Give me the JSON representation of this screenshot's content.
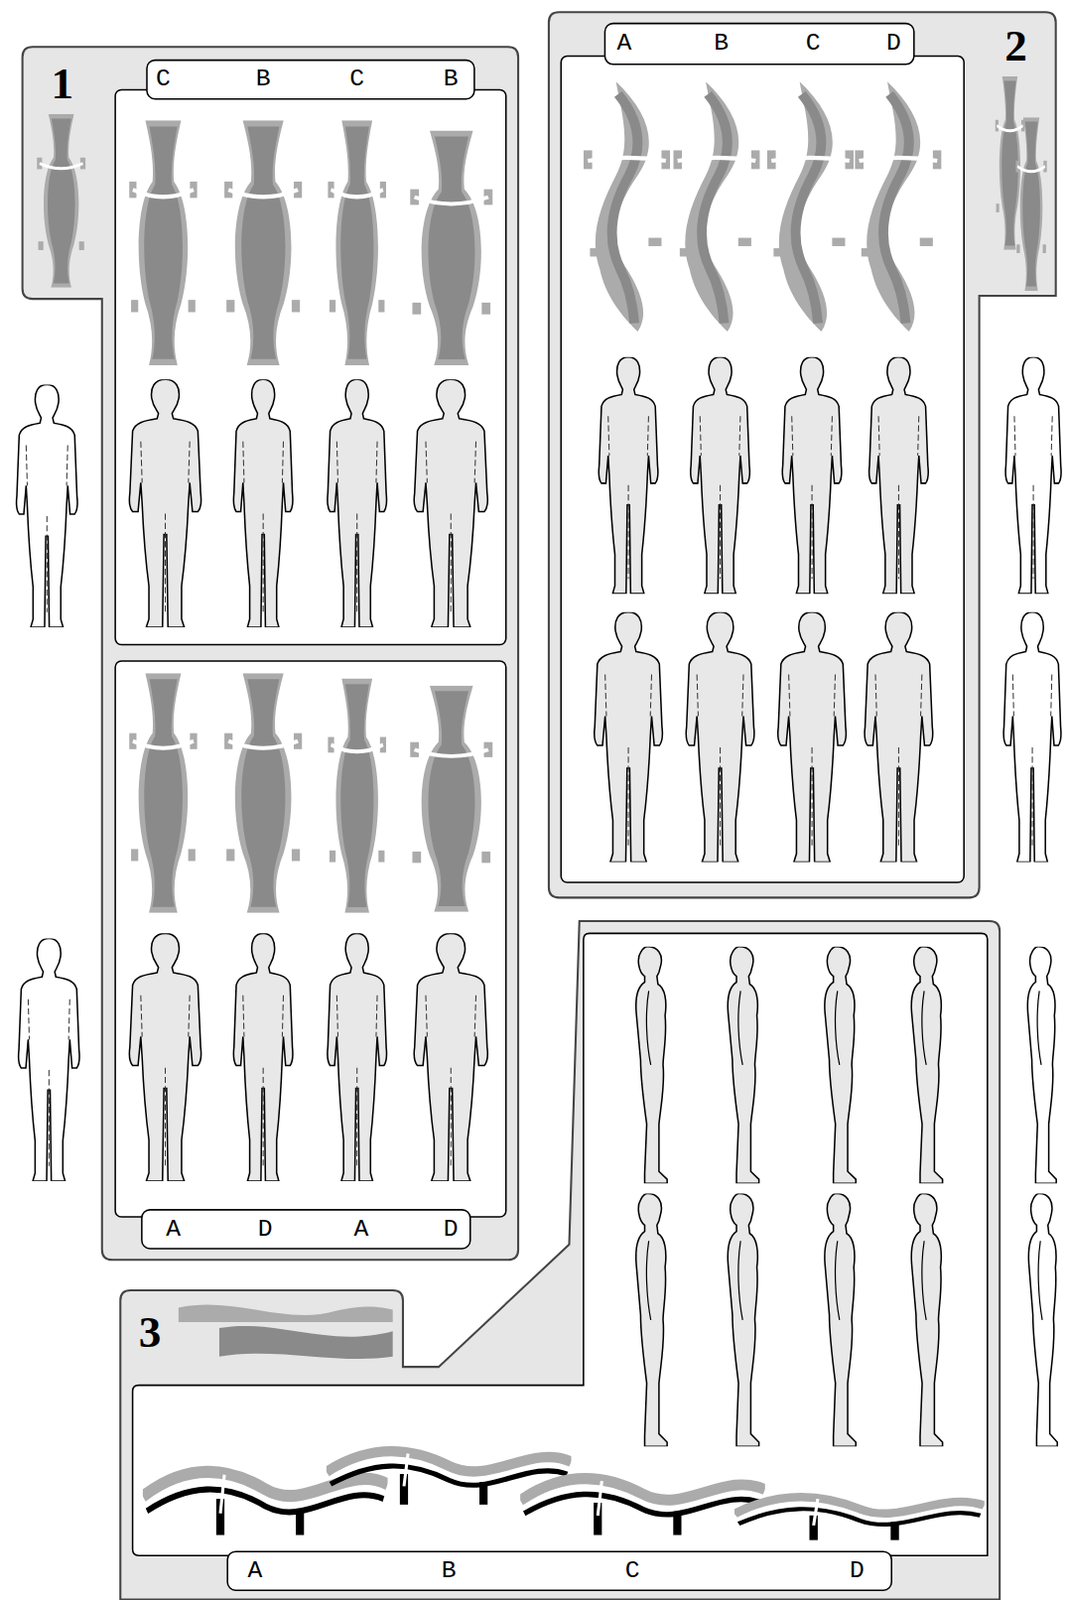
{
  "diagram": {
    "nodes": [
      {
        "text": [
          "1"
        ]
      },
      {
        "text": [
          "C",
          "B",
          "C",
          "B"
        ],
        "in": 0
      },
      {
        "text": [
          "A",
          "D",
          "A",
          "D"
        ],
        "in": 0
      },
      {
        "text": [
          "2"
        ]
      },
      {
        "text": [
          "A",
          "B",
          "C",
          "D"
        ],
        "in": 3
      },
      {
        "text": [
          "3"
        ]
      },
      {
        "text": [
          "A",
          "B",
          "C",
          "D"
        ],
        "in": 5
      }
    ]
  }
}
